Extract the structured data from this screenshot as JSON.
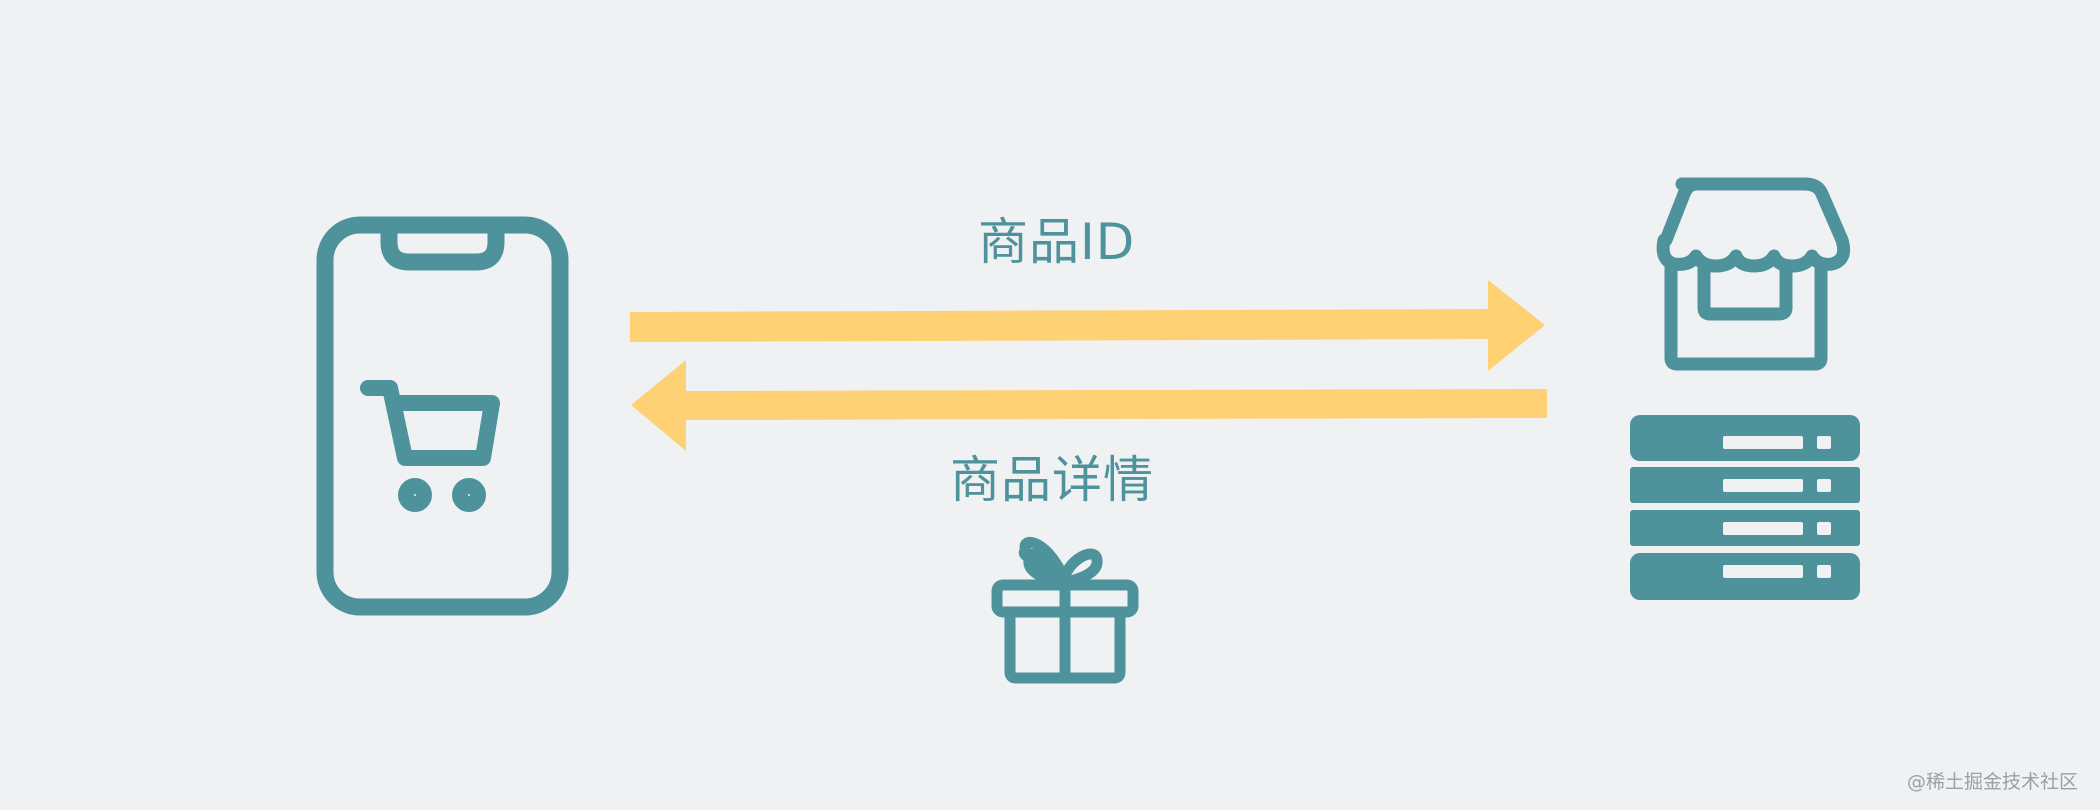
{
  "diagram": {
    "type": "request-response flow",
    "nodes": [
      {
        "id": "client",
        "label": "",
        "icon": "phone-with-shopping-cart-icon"
      },
      {
        "id": "server",
        "label": "",
        "icon": "storefront-and-server-rack-icon"
      }
    ],
    "edges": [
      {
        "from": "client",
        "to": "server",
        "label": "商品ID",
        "direction": "right"
      },
      {
        "from": "server",
        "to": "client",
        "label": "商品详情",
        "direction": "left",
        "icon": "gift-box-icon"
      }
    ]
  },
  "labels": {
    "request": "商品ID",
    "response": "商品详情"
  },
  "watermark": "@稀土掘金技术社区",
  "colors": {
    "background": "#f0f1f3",
    "icon": "#4e929c",
    "arrow": "#fdd174",
    "label": "#4e929c",
    "watermark": "#9aa0a6"
  }
}
